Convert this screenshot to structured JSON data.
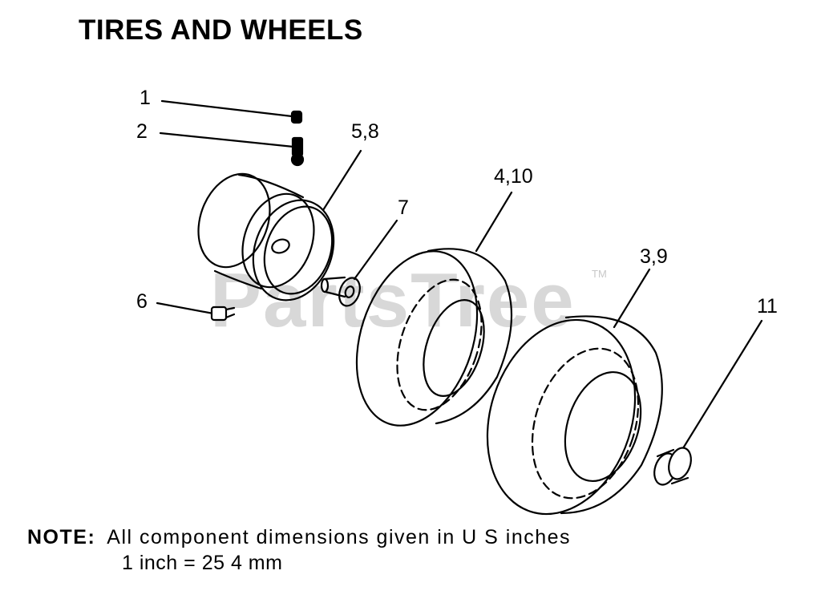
{
  "title": "TIRES AND WHEELS",
  "callouts": {
    "c1": "1",
    "c2": "2",
    "c5_8": "5,8",
    "c7": "7",
    "c4_10": "4,10",
    "c3_9": "3,9",
    "c6": "6",
    "c11": "11"
  },
  "watermark": {
    "text": "PartsTree",
    "tm": "TM"
  },
  "note": {
    "label": "NOTE:",
    "line1": "All component dimensions given in U S  inches",
    "line2": "1 inch = 25 4 mm"
  }
}
